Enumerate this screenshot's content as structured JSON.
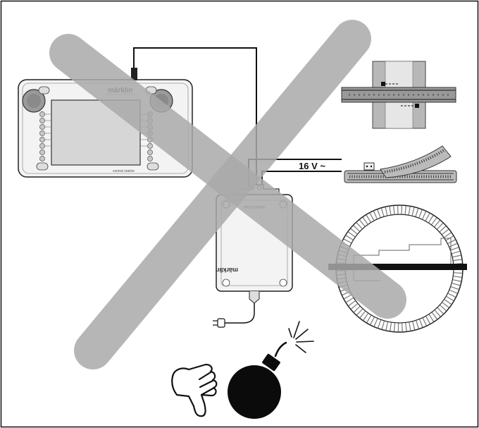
{
  "labels": {
    "voltage": "16 V ~",
    "brand": "märklin",
    "controller_caption": "central station",
    "transformer_label": "transformer",
    "transformer_brand": "märklin"
  },
  "icons": [
    "thumbs-down-icon",
    "bomb-icon",
    "spark-icon"
  ],
  "colors": {
    "cross": "#a9a9a9",
    "outline": "#111111",
    "device_fill": "#f2f2f2",
    "screen": "#d6d6d6",
    "bomb": "#0b0b0b"
  }
}
